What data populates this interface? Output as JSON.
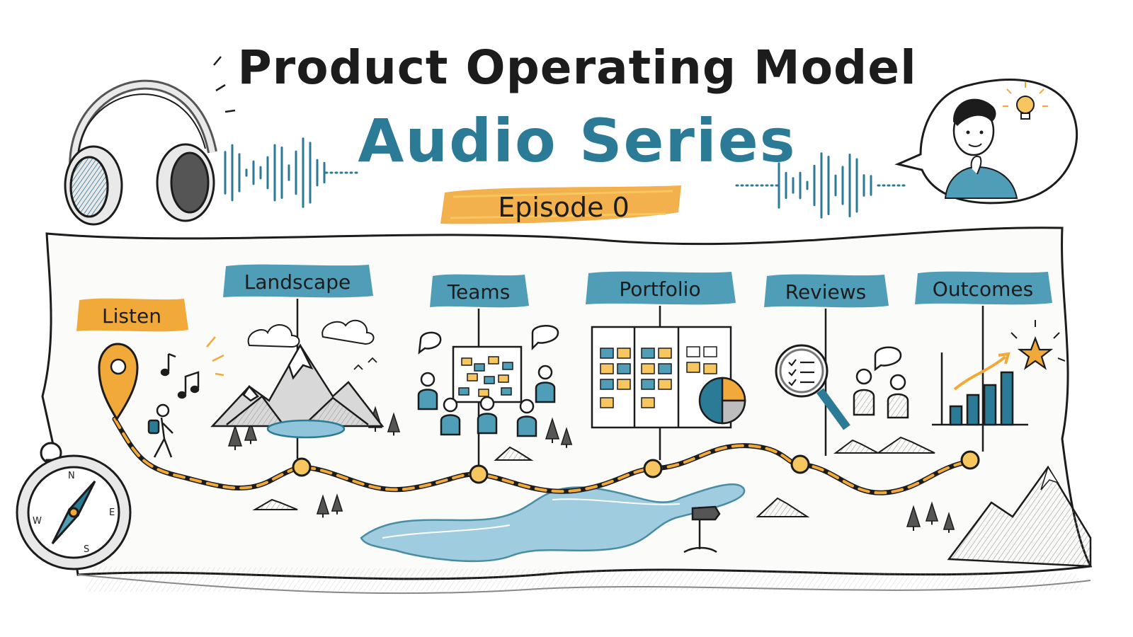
{
  "title": {
    "line1": "Product Operating Model",
    "line2": "Audio Series",
    "episode": "Episode 0"
  },
  "colors": {
    "ink": "#1c1c1c",
    "teal": "#2b7a96",
    "teal_light": "#4f9db7",
    "orange": "#f1a93a",
    "orange_light": "#f7c65e",
    "paper": "#fbfbf9",
    "shade": "#bdbdbd"
  },
  "stages": [
    {
      "label": "Listen",
      "icon": "location-pin-icon"
    },
    {
      "label": "Landscape",
      "icon": "mountain-icon"
    },
    {
      "label": "Teams",
      "icon": "team-board-icon"
    },
    {
      "label": "Portfolio",
      "icon": "kanban-board-icon"
    },
    {
      "label": "Reviews",
      "icon": "magnifier-checklist-icon"
    },
    {
      "label": "Outcomes",
      "icon": "growth-chart-icon"
    }
  ],
  "compass_letters": {
    "north": "N",
    "east": "E",
    "south": "S",
    "west": "W"
  }
}
